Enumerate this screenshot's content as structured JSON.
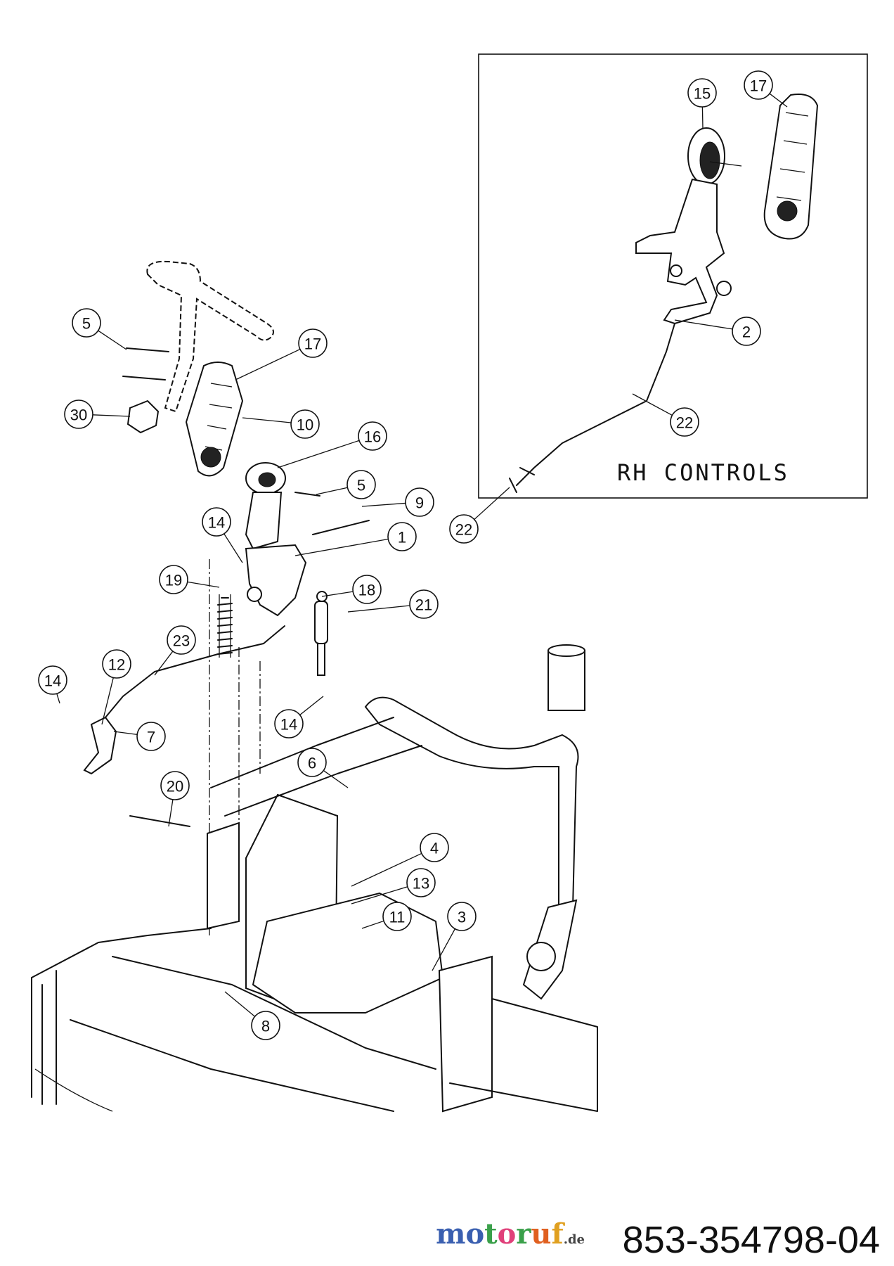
{
  "diagram": {
    "inset_title": "RH CONTROLS",
    "part_number": "853-354798-04",
    "watermark": {
      "letters": [
        "m",
        "o",
        "t",
        "o",
        "r",
        "u",
        "f"
      ],
      "suffix": ".de",
      "colors": [
        "#3a5fb0",
        "#3a5fb0",
        "#3aa04a",
        "#e0407a",
        "#3aa04a",
        "#e06020",
        "#e0a020"
      ]
    },
    "callouts": [
      "15",
      "17",
      "2",
      "22",
      "22",
      "5",
      "17",
      "30",
      "10",
      "16",
      "5",
      "9",
      "14",
      "1",
      "19",
      "18",
      "21",
      "23",
      "12",
      "14",
      "7",
      "14",
      "6",
      "20",
      "4",
      "13",
      "11",
      "3",
      "8"
    ]
  }
}
